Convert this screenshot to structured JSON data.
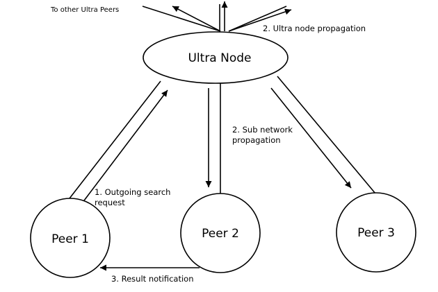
{
  "nodes": {
    "ultra": "Ultra Node",
    "peer1": "Peer 1",
    "peer2": "Peer 2",
    "peer3": "Peer 3"
  },
  "annotations": {
    "to_other": "To other Ultra Peers",
    "ultra_propagation": "2. Ultra node propagation",
    "sub_network_line1": "2. Sub network",
    "sub_network_line2": "propagation",
    "outgoing_line1": "1. Outgoing search",
    "outgoing_line2": "request",
    "result": "3. Result notification"
  }
}
